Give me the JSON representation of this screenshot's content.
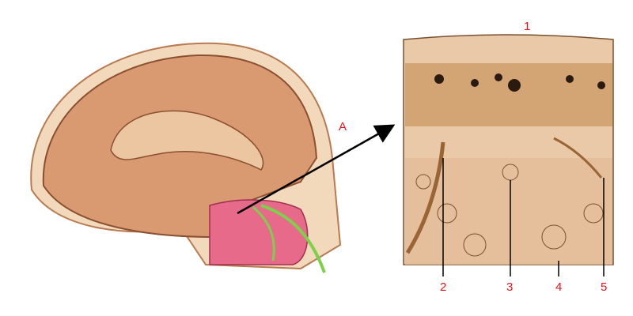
{
  "labels": {
    "arrow": "A",
    "surface": "1",
    "l2": "2",
    "l3": "3",
    "l4": "4",
    "l5": "5"
  },
  "colors": {
    "label": "#e8141c",
    "brain": "#d99a72",
    "tissue": "#e9c9a8",
    "mucosa": "#e86a8a",
    "nerve": "#7cd04a"
  }
}
